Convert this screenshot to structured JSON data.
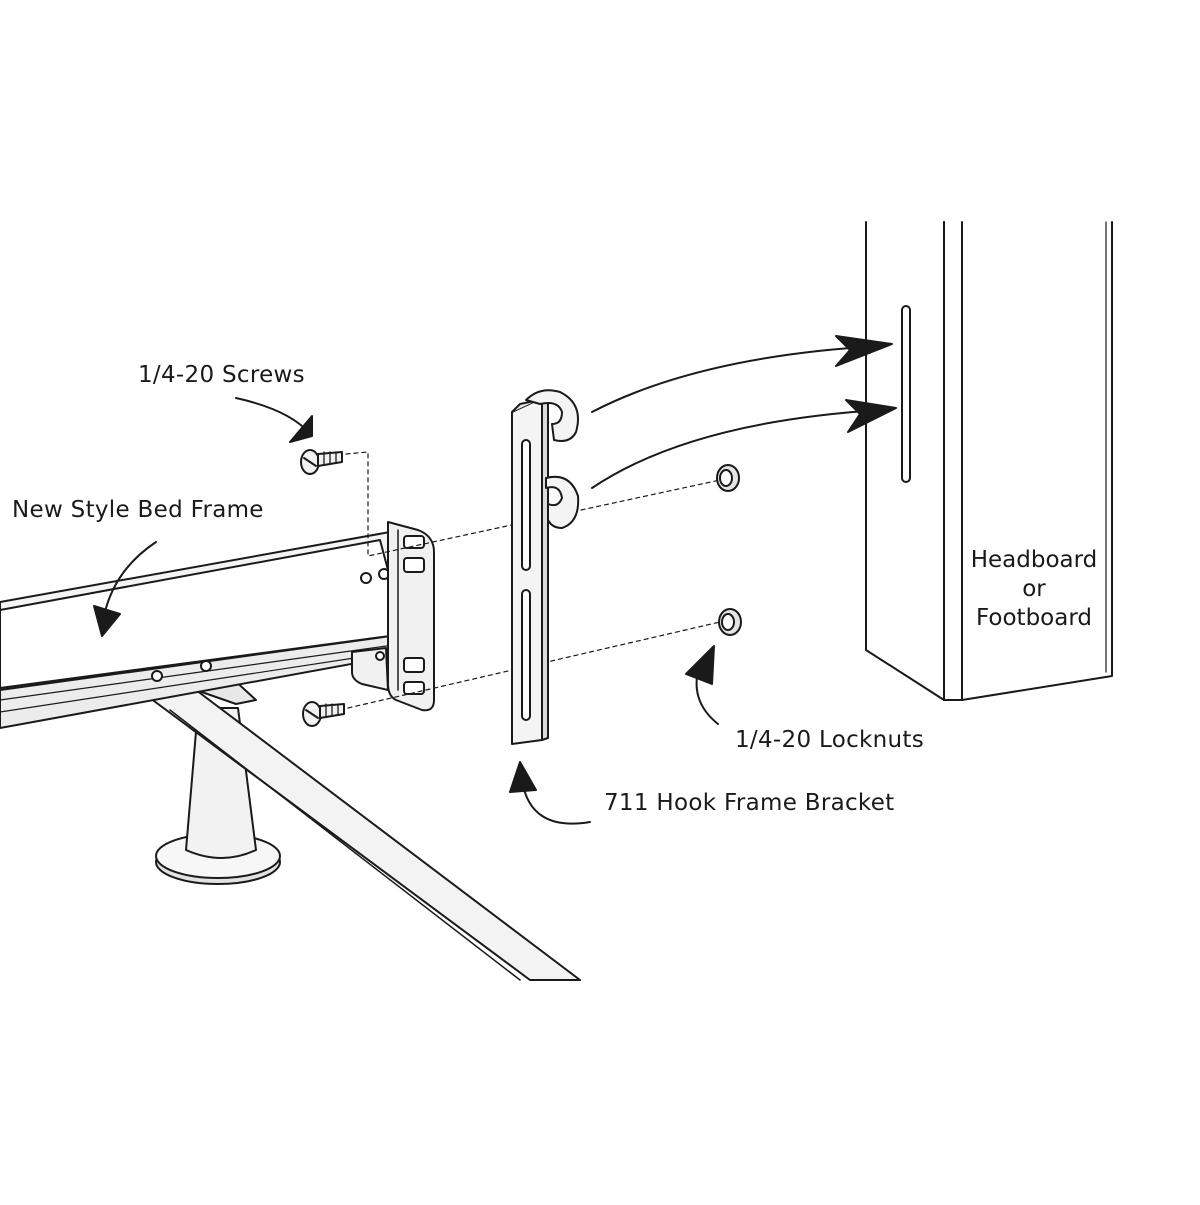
{
  "diagram": {
    "labels": {
      "screws": "1/4-20 Screws",
      "bed_frame": "New Style Bed Frame",
      "locknuts": "1/4-20 Locknuts",
      "bracket": "711 Hook Frame Bracket",
      "board_line1": "Headboard",
      "board_line2": "or",
      "board_line3": "Footboard"
    },
    "colors": {
      "line": "#1a1a1a",
      "metal_fill": "#f4f4f4",
      "shadow": "#c8c8c8",
      "background": "#ffffff"
    }
  }
}
